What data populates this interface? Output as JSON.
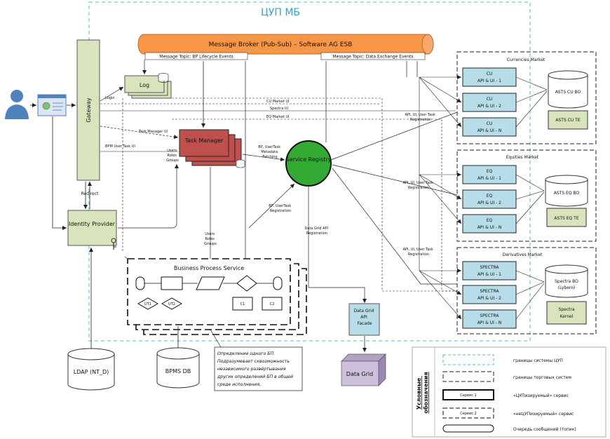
{
  "title": "ЦУП МБ",
  "broker": {
    "label": "Message Broker (Pub-Sub) – Software AG ESB",
    "topic_bp": "Message Topic: BP Lifecycle Events",
    "topic_data": "Message Topic: Data Exchange Events"
  },
  "gateway": "Gateway",
  "log": "Log",
  "task_manager": "Task Manager",
  "service_registry": "Service Registry",
  "identity_provider": "Identity Provider",
  "bps": "Business Process Service",
  "bps_elements": {
    "ut1": "UT1",
    "ut2": "UT2",
    "c1": "C1",
    "c2": "C2"
  },
  "data_grid_facade": "Data Grid API Facade",
  "data_grid": "Data Grid",
  "ldap": "LDAP (NT_D)",
  "bpms_db": "BPMS DB",
  "note": [
    "Определение одного БП.",
    "Подразумевает сквозможность",
    "независимого развёртывания",
    "других определений БП в общей",
    "среде исполнения."
  ],
  "labels": {
    "login": "Login",
    "cu_market_ui": "CU Market UI",
    "spectra_ui": "Spectra UI",
    "eq_market_ui": "EQ Market UI",
    "task_manager_ui": "Task Manager UI",
    "bpm_user_task_ui": "BPM User Task UI",
    "users_roles_groups_1": [
      "Users",
      "Roles",
      "Groups"
    ],
    "users_roles_groups_2": [
      "Users",
      "Roles",
      "Groups"
    ],
    "bp_usertask_metadata": [
      "BP, UserTask",
      "Metadata",
      "Fetching"
    ],
    "bp_usertask_registration": [
      "BP, UserTask",
      "Registration"
    ],
    "api_ui_registration": [
      "API, UI, User Task",
      "Registration"
    ],
    "data_grid_api_registration": [
      "Data Grid API",
      "Registration"
    ],
    "redirect": "Redirect"
  },
  "markets": [
    {
      "title": "Currencies Market",
      "apis": [
        [
          "CU",
          "API & UI - 1"
        ],
        [
          "CU",
          "API & UI - 2"
        ],
        [
          "CU",
          "API & UI - N"
        ]
      ],
      "db": "ASTS CU BO",
      "box": "ASTS CU TE"
    },
    {
      "title": "Equities Market",
      "apis": [
        [
          "EQ",
          "API & UI - 1"
        ],
        [
          "EQ",
          "API & UI - 2"
        ],
        [
          "EQ",
          "API & UI - N"
        ]
      ],
      "db": "ASTS EQ BO",
      "box": "ASTS EQ TE"
    },
    {
      "title": "Derivatives Market",
      "apis": [
        [
          "SPECTRA",
          "API & UI - 1"
        ],
        [
          "SPECTRA",
          "API & UI - 2"
        ],
        [
          "SPECTRA",
          "API & UI - N"
        ]
      ],
      "db": [
        "Spectra BO",
        "(Lybero)"
      ],
      "box": [
        "Spectra",
        "Kernel"
      ]
    }
  ],
  "legend": {
    "title": [
      "Условные",
      "обозначения"
    ],
    "items": [
      "границы системы ЦУП",
      "границы торговых систем",
      "«ЦУПизируемый» сервис",
      "«неЦУПизируемый» сервис",
      "Очередь сообщений (топик)"
    ],
    "service1": "Сервис 1",
    "service2": "Сервис 2"
  },
  "colors": {
    "cup_border": "#4db8d8",
    "broker": "#f79646",
    "api_box": "#b7dde8",
    "green": "#33aa33",
    "task": "#c0504d",
    "gateway": "#d8e4bc",
    "grid": "#ccc0da"
  }
}
